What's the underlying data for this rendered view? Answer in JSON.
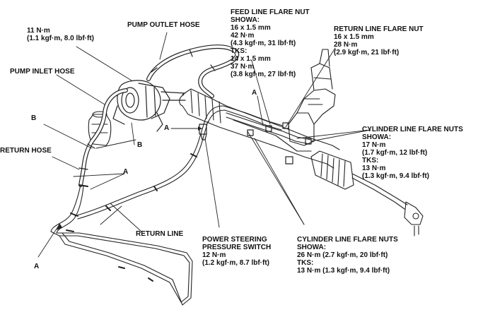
{
  "labels": {
    "pump_outlet_hose": "PUMP OUTLET HOSE",
    "pump_inlet_hose": "PUMP INLET HOSE",
    "return_hose": "RETURN HOSE",
    "return_line": "RETURN LINE",
    "b": "B",
    "a": "A"
  },
  "torque_pump_outlet": [
    "11 N·m",
    "(1.1 kgf·m, 8.0 lbf·ft)"
  ],
  "feed_line_flare_nut": {
    "title": "FEED LINE FLARE NUT",
    "lines": [
      "SHOWA:",
      "16 x 1.5 mm",
      "42 N·m",
      "(4.3 kgf·m, 31 lbf·ft)",
      "TKS:",
      "14 x 1.5 mm",
      "37 N·m",
      "(3.8 kgf·m, 27 lbf·ft)"
    ]
  },
  "return_line_flare_nut": {
    "title": "RETURN LINE FLARE NUT",
    "lines": [
      "16 x 1.5 mm",
      "28 N·m",
      "(2.9 kgf·m, 21 lbf·ft)"
    ]
  },
  "cylinder_line_flare_nuts_upper": {
    "title": "CYLINDER LINE FLARE NUTS",
    "lines": [
      "SHOWA:",
      "17 N·m",
      "(1.7 kgf·m, 12 lbf·ft)",
      "TKS:",
      "13 N·m",
      "(1.3 kgf·m, 9.4 lbf·ft)"
    ]
  },
  "power_steering_pressure_switch": {
    "lines": [
      "POWER STEERING",
      "PRESSURE SWITCH",
      "12 N·m",
      "(1.2 kgf·m, 8.7 lbf·ft)"
    ]
  },
  "cylinder_line_flare_nuts_lower": {
    "title": "CYLINDER LINE FLARE NUTS",
    "lines": [
      "SHOWA:",
      "26 N·m (2.7 kgf·m, 20 lbf·ft)",
      "TKS:",
      "13 N·m (1.3 kgf·m, 9.4 lbf·ft)"
    ]
  }
}
